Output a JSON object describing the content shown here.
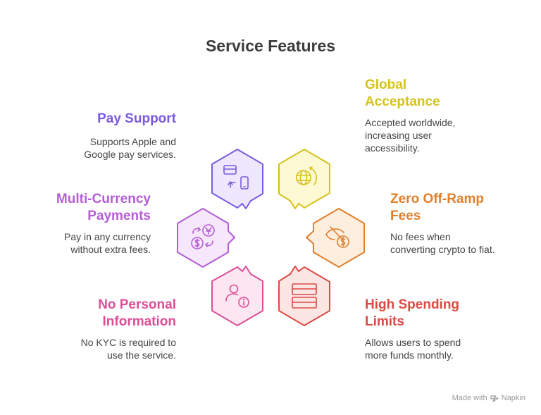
{
  "title": "Service Features",
  "features": {
    "pay_support": {
      "title_lines": [
        "Pay Support"
      ],
      "desc_lines": [
        "Supports Apple and",
        "Google pay services."
      ],
      "color": "#7a5ae0",
      "fill": "#ede8fd",
      "icon": "card-and-phone-icon"
    },
    "multi_currency": {
      "title_lines": [
        "Multi-Currency",
        "Payments"
      ],
      "desc_lines": [
        "Pay in any currency",
        "without extra fees."
      ],
      "color": "#b35ed6",
      "fill": "#f6e7fb",
      "icon": "currency-exchange-icon"
    },
    "no_personal_info": {
      "title_lines": [
        "No Personal",
        "Information"
      ],
      "desc_lines": [
        "No KYC is required to",
        "use the service."
      ],
      "color": "#dc4f97",
      "fill": "#fce6f1",
      "icon": "user-info-icon"
    },
    "global_acceptance": {
      "title_lines": [
        "Global",
        "Acceptance"
      ],
      "desc_lines": [
        "Accepted worldwide,",
        "increasing user",
        "accessibility."
      ],
      "color": "#d5c21a",
      "fill": "#fcf9d3",
      "icon": "globe-icon"
    },
    "zero_off_ramp": {
      "title_lines": [
        "Zero Off-Ramp",
        "Fees"
      ],
      "desc_lines": [
        "No fees when",
        "converting crypto to fiat."
      ],
      "color": "#e07f2c",
      "fill": "#fdeede",
      "icon": "no-fee-icon"
    },
    "high_spending": {
      "title_lines": [
        "High Spending",
        "Limits"
      ],
      "desc_lines": [
        "Allows users to spend",
        "more funds monthly."
      ],
      "color": "#dc4a45",
      "fill": "#fce6e4",
      "icon": "card-limit-icon"
    }
  },
  "watermark": {
    "made_with": "Made with",
    "brand": "Napkin"
  }
}
